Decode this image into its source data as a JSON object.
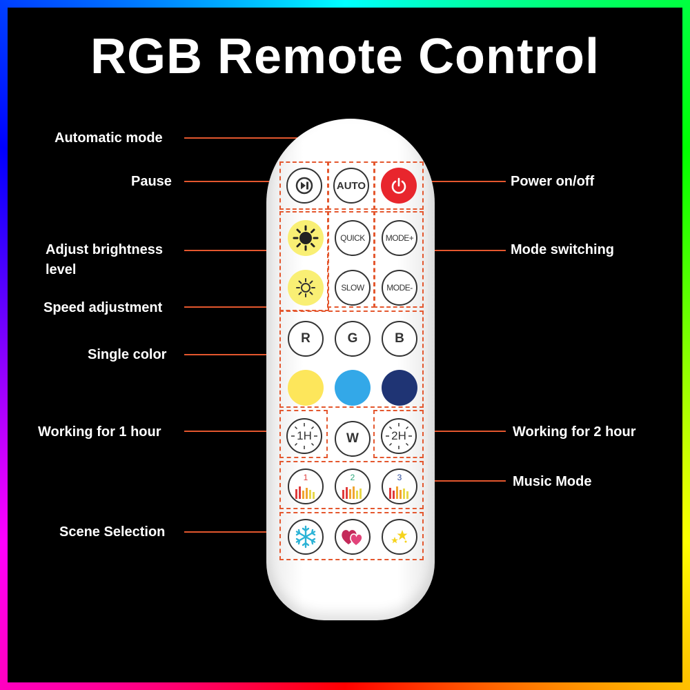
{
  "title": "RGB Remote Control",
  "colors": {
    "accent_line": "#e4572e",
    "power_button": "#e8262d",
    "brightness_buttons": "#f9ef74",
    "color_yellow": "#fde65b",
    "color_light_blue": "#33a8e8",
    "color_dark_blue": "#1f3474"
  },
  "annotations": {
    "automatic_mode": "Automatic mode",
    "pause": "Pause",
    "power": "Power on/off",
    "brightness": "Adjust brightness level",
    "mode_switching": "Mode switching",
    "speed": "Speed adjustment",
    "single_color": "Single color",
    "timer_1h": "Working for 1 hour",
    "timer_2h": "Working for 2 hour",
    "music_mode": "Music Mode",
    "scene": "Scene Selection"
  },
  "buttons": {
    "pause": "play-pause-icon",
    "auto": "AUTO",
    "power": "power-icon",
    "brightness_up": "sun-large-icon",
    "brightness_down": "sun-small-icon",
    "quick": "QUICK",
    "slow": "SLOW",
    "mode_plus": "MODE+",
    "mode_minus": "MODE-",
    "red": "R",
    "green": "G",
    "blue": "B",
    "white": "W",
    "timer_1h": "1H",
    "timer_2h": "2H",
    "music": [
      "1",
      "2",
      "3"
    ],
    "scenes": [
      "snowflake-icon",
      "hearts-icon",
      "stars-icon"
    ]
  }
}
